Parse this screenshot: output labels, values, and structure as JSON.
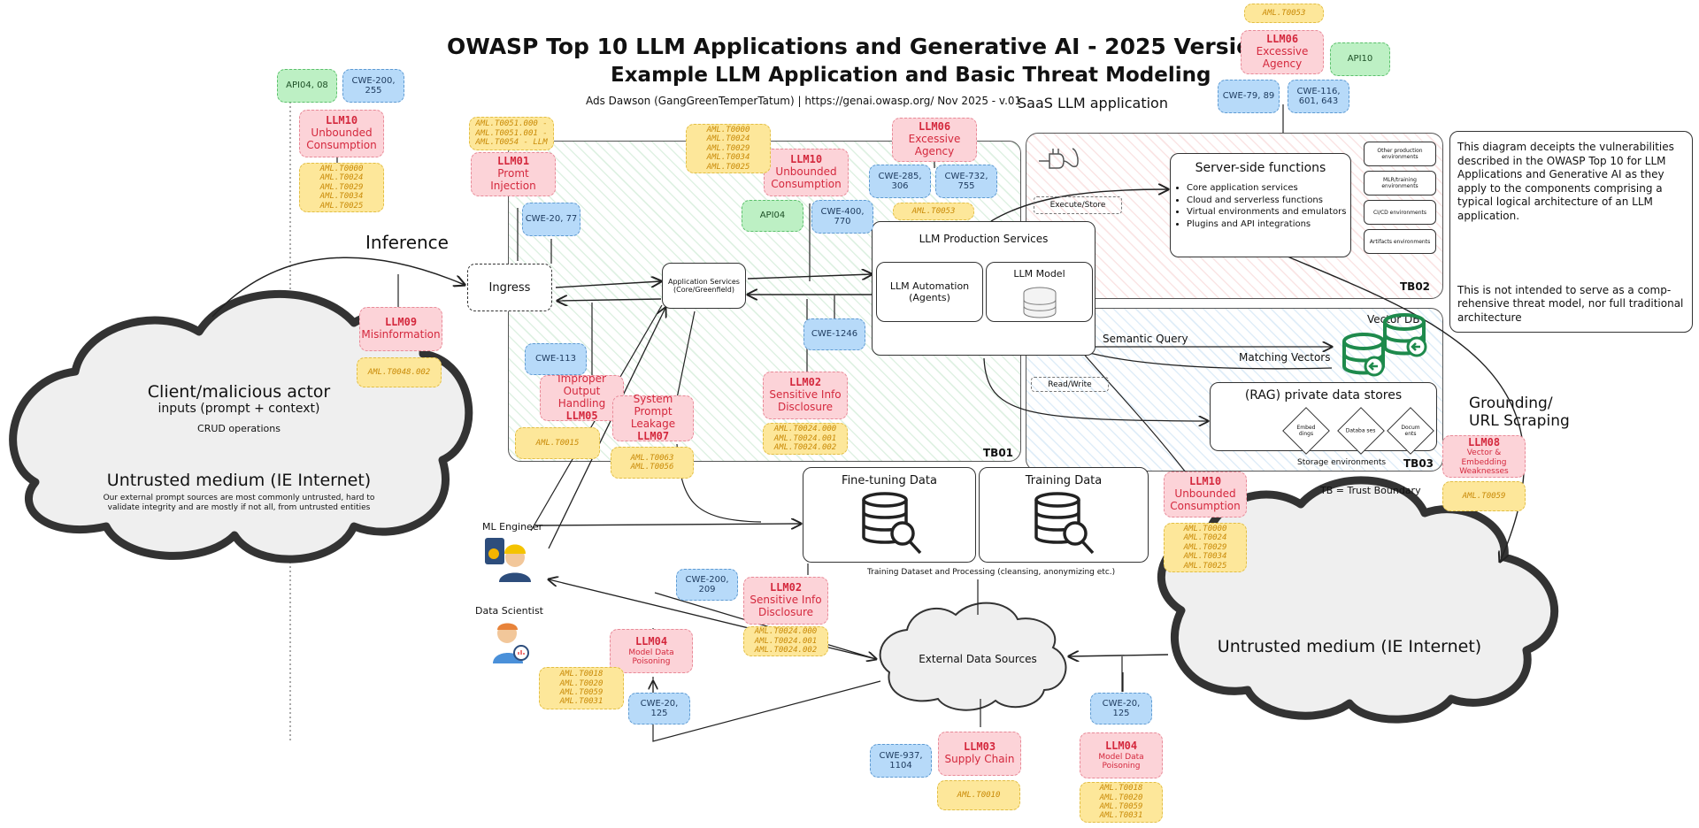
{
  "title": {
    "line1": "OWASP Top 10 LLM Applications and Generative AI - 2025 Version",
    "line2": "Example LLM Application and Basic Threat Modeling",
    "byline": "Ads Dawson (GangGreenTemperTatum) | https://genai.owasp.org/  Nov 2025 - v.01",
    "saas": "SaaS LLM application"
  },
  "client_cloud": {
    "title": "Client/malicious actor",
    "sub": "inputs (prompt + context)",
    "crud": "CRUD operations",
    "medium": "Untrusted medium (IE Internet)",
    "note": "Our external prompt sources are most commonly untrusted, hard to validate integrity and are mostly if not all, from untrusted entities"
  },
  "right_cloud": {
    "label": "Untrusted medium (IE Internet)"
  },
  "ext_cloud": {
    "label": "External Data Sources"
  },
  "labels": {
    "inference": "Inference",
    "ingress": "Ingress",
    "app_services": "Application Services (Core/Greenfield)",
    "llm_prod": "LLM Production Services",
    "llm_automation": "LLM Automation (Agents)",
    "llm_model": "LLM Model",
    "server_side": "Server-side functions",
    "vector_db": "Vector DB",
    "semantic_query": "Semantic Query",
    "matching_vectors": "Matching Vectors",
    "rag": "(RAG) private data stores",
    "storage_env": "Storage environments",
    "execute_store": "Execute/Store",
    "read_write": "Read/Write",
    "fine_tuning": "Fine-tuning Data",
    "training": "Training Data",
    "training_process": "Training Dataset and Processing (cleansing, anonymizing etc.)",
    "grounding": "Grounding/ URL Scraping",
    "tb_legend": "TB = Trust Boundary",
    "tb01": "TB01",
    "tb02": "TB02",
    "tb03": "TB03",
    "ml_engineer": "ML Engineer",
    "data_scientist": "Data Scientist"
  },
  "server_functions": [
    "Core application services",
    "Cloud and serverless functions",
    "Virtual environments and emulators",
    "Plugins and API integrations"
  ],
  "env_boxes": [
    "Other production environments",
    "MLR/training environments",
    "CI/CD environments",
    "Artifacts environments"
  ],
  "rag_items": [
    "Embed dings",
    "Databa ses",
    "Docum ents"
  ],
  "description": {
    "p1": "This diagram deceipts the vulnerabilities described in the OWASP Top 10 for LLM Applications and Generative AI as they apply to the components comprising a typical logical architecture of an LLM application.",
    "p2": "This is not intended to serve as a comp- rehensive threat model, nor full traditional architecture"
  },
  "tags": {
    "llm10_a": {
      "code": "LLM10",
      "text": "Unbounded Consumption"
    },
    "llm01": {
      "code": "LLM01",
      "text": "Promt Injection"
    },
    "llm10_b": {
      "code": "LLM10",
      "text": "Unbounded Consumption"
    },
    "llm06_a": {
      "code": "LLM06",
      "text": "Excessive Agency"
    },
    "llm06_b": {
      "code": "LLM06",
      "text": "Excessive Agency"
    },
    "llm09": {
      "code": "LLM09",
      "text": "Misinformation"
    },
    "llm05": {
      "code": "LLM05",
      "text": "Improper Output Handling"
    },
    "llm07": {
      "code": "LLM07",
      "text": "System Prompt Leakage"
    },
    "llm02_a": {
      "code": "LLM02",
      "text": "Sensitive Info Disclosure"
    },
    "llm02_b": {
      "code": "LLM02",
      "text": "Sensitive Info Disclosure"
    },
    "llm08": {
      "code": "LLM08",
      "text": "Vector & Embedding Weaknesses"
    },
    "llm10_c": {
      "code": "LLM10",
      "text": "Unbounded Consumption"
    },
    "llm04_a": {
      "code": "LLM04",
      "text": "Model Data Poisoning"
    },
    "llm03": {
      "code": "LLM03",
      "text": "Supply Chain"
    },
    "llm04_b": {
      "code": "LLM04",
      "text": "Model Data Poisoning"
    }
  },
  "aml": {
    "a_consumption": "AML.T0000\nAML.T0024\nAML.T0029\nAML.T0034\nAML.T0025",
    "b_injection": "AML.T0051.000 -\nAML.T0051.001 -\nAML.T0054 - LLM",
    "c_consumption": "AML.T0000\nAML.T0024\nAML.T0029\nAML.T0034\nAML.T0025",
    "d_agency": "AML.T0053",
    "e_agency_top": "AML.T0053",
    "f_misinfo": "AML.T0048.002",
    "g_output": "AML.T0015",
    "h_leakage": "AML.T0063\nAML.T0056",
    "i_sensitive": "AML.T0024.000\nAML.T0024.001\nAML.T0024.002",
    "j_sensitive": "AML.T0024.000\nAML.T0024.001\nAML.T0024.002",
    "k_vector": "AML.T0059",
    "l_consumption": "AML.T0000\nAML.T0024\nAML.T0029\nAML.T0034\nAML.T0025",
    "m_poison": "AML.T0018\nAML.T0020\nAML.T0059\nAML.T0031",
    "n_supply": "AML.T0010",
    "o_poison": "AML.T0018\nAML.T0020\nAML.T0059\nAML.T0031"
  },
  "cwe": {
    "a": "CWE-200, 255",
    "b": "CWE-20, 77",
    "c": "CWE-285, 306",
    "d": "CWE-732, 755",
    "e": "CWE-400, 770",
    "f": "CWE-79, 89",
    "g": "CWE-116, 601, 643",
    "h": "CWE-113",
    "i": "CWE-1246",
    "j": "CWE-200, 209",
    "k": "CWE-20, 125",
    "l": "CWE-937, 1104",
    "m": "CWE-20, 125"
  },
  "api": {
    "a": "API04, 08",
    "b": "API10",
    "c": "API04"
  },
  "colors": {
    "vuln_red": "#d4283d",
    "aml_yellow": "#fde79a",
    "cwe_blue": "#b7daf9",
    "api_green": "#bdf0c4",
    "vector_db_green": "#1e8a4c"
  },
  "icons": [
    "plug-icon",
    "database-search-icon",
    "vector-db-icon",
    "ml-engineer-avatar",
    "data-scientist-avatar",
    "model-db-icon"
  ]
}
